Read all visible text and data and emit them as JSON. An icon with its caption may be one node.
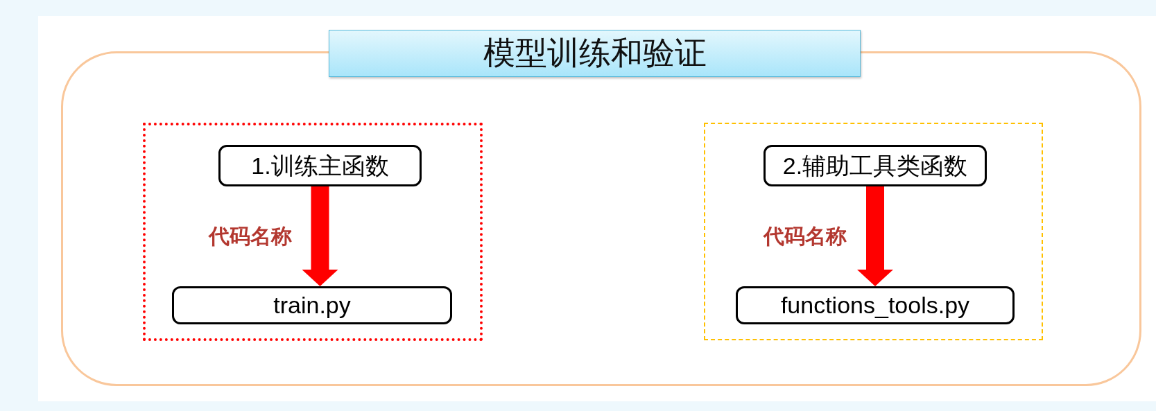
{
  "diagram": {
    "title": "模型训练和验证",
    "nodes": [
      {
        "text": [],
        "shape": "box"
      },
      {
        "text": [],
        "shape": "box",
        "in": 0
      },
      {
        "text": [
          "1.训练主函数"
        ],
        "in": 1
      },
      {
        "text": [
          "train.py"
        ],
        "in": 1
      },
      {
        "text": [],
        "shape": "box",
        "in": 0
      },
      {
        "text": [
          "2.辅助工具类函数"
        ],
        "in": 4
      },
      {
        "text": [
          "functions_tools.py"
        ],
        "in": 4
      }
    ],
    "edges": [
      {
        "from": 2,
        "to": 3,
        "arrow": "to",
        "label": "代码名称"
      },
      {
        "from": 5,
        "to": 6,
        "arrow": "to",
        "label": "代码名称"
      }
    ]
  }
}
